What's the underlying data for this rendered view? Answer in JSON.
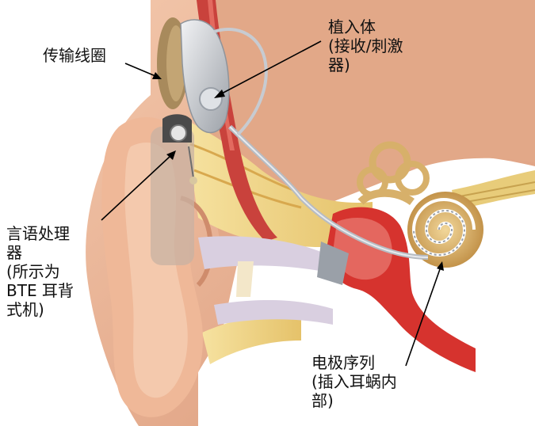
{
  "labels": {
    "coil": [
      "传输线圈"
    ],
    "implant": [
      "植入体",
      "(接收/刺激",
      "器)"
    ],
    "processor": [
      "言语处理",
      "器",
      "(所示为",
      "BTE 耳背",
      "式机)"
    ],
    "electrode": [
      "电极序列",
      "(插入耳蜗内",
      "部)"
    ]
  },
  "colors": {
    "skin": "#eab79a",
    "skin_shadow": "#cf8c6c",
    "bone": "#f2d889",
    "bone_dark": "#e0b95a",
    "canal": "#d9cfe0",
    "muscle": "#c9423c",
    "artery": "#d6332e",
    "cartilage": "#f3e7c9",
    "coil": "#a88a5c",
    "implant": "#c9ccd1",
    "processor": "#c8b1a3",
    "cochlea": "#d7b06a",
    "nerve": "#e8cc7a",
    "arrow": "#000000"
  }
}
